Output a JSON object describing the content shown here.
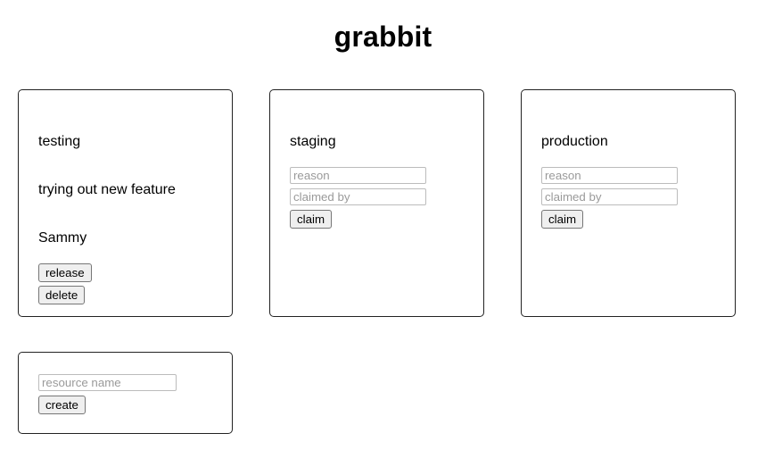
{
  "app": {
    "title": "grabbit"
  },
  "resources": [
    {
      "name": "testing",
      "state": "claimed",
      "reason_text": "trying out new feature",
      "claimed_by_text": "Sammy",
      "release_label": "release",
      "delete_label": "delete"
    },
    {
      "name": "staging",
      "state": "free",
      "reason_placeholder": "reason",
      "claimed_by_placeholder": "claimed by",
      "reason_value": "",
      "claimed_by_value": "",
      "claim_label": "claim"
    },
    {
      "name": "production",
      "state": "free",
      "reason_placeholder": "reason",
      "claimed_by_placeholder": "claimed by",
      "reason_value": "",
      "claimed_by_value": "",
      "claim_label": "claim"
    }
  ],
  "create_form": {
    "resource_name_placeholder": "resource name",
    "resource_name_value": "",
    "create_label": "create"
  },
  "colors": {
    "page_background": "#ffffff",
    "card_border": "#222222",
    "input_border": "#bcbcbc",
    "placeholder_text": "#9a9a9a",
    "button_background": "#efefef",
    "button_border": "#767676",
    "text": "#000000"
  }
}
